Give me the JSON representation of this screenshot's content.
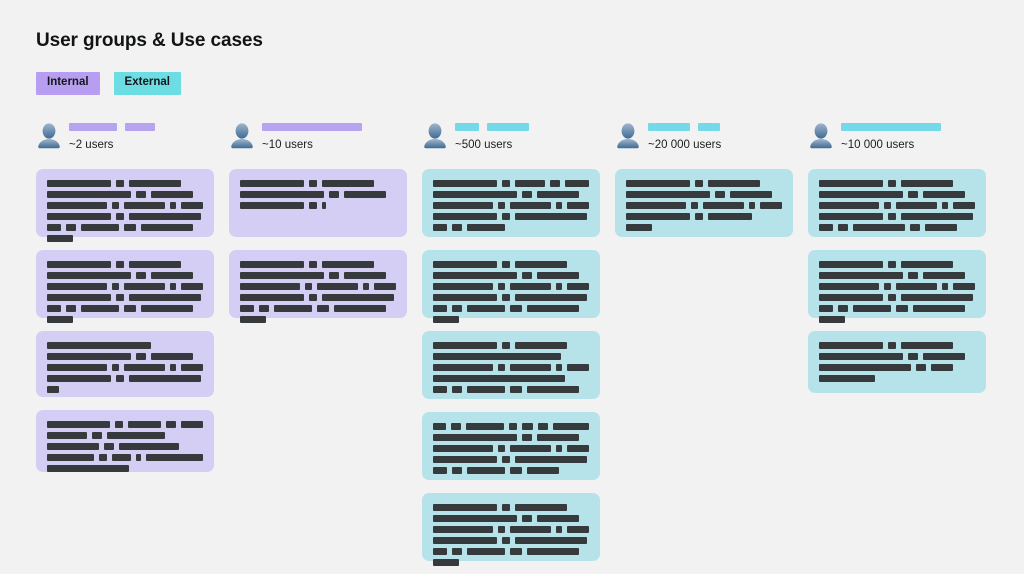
{
  "page": {
    "title": "User groups & Use cases",
    "background_color": "#f2f2f2"
  },
  "legend": {
    "items": [
      {
        "label": "Internal",
        "color": "#b79ef0"
      },
      {
        "label": "External",
        "color": "#6ddde4"
      }
    ]
  },
  "colors": {
    "internal_chip": "#b79ef0",
    "external_chip": "#6ddde4",
    "internal_card": "#d5cef4",
    "external_card": "#b6e3ea",
    "internal_bar": "#b6a4ee",
    "external_bar": "#76d9e8",
    "redaction": "#373a3d",
    "text": "#15171a"
  },
  "columns": [
    {
      "id": "column-1",
      "type": "internal",
      "icon": "person-icon",
      "user_count": "~2 users",
      "header_bars": [
        48,
        30
      ],
      "cards": [
        {
          "height": 68,
          "lines": [
            [
              64,
              8,
              52
            ],
            [
              84,
              10,
              42
            ],
            [
              64,
              8,
              44,
              6,
              24
            ],
            [
              64,
              8,
              72
            ],
            [
              14,
              10,
              38,
              12,
              52
            ],
            [
              26
            ]
          ]
        },
        {
          "height": 68,
          "lines": [
            [
              64,
              8,
              52
            ],
            [
              84,
              10,
              42
            ],
            [
              64,
              8,
              44,
              6,
              24
            ],
            [
              64,
              8,
              72
            ],
            [
              14,
              10,
              38,
              12,
              52
            ],
            [
              26
            ]
          ]
        },
        {
          "height": 66,
          "lines": [
            [
              104
            ],
            [
              84,
              10,
              42
            ],
            [
              64,
              8,
              44,
              6,
              24
            ],
            [
              64,
              8,
              72
            ],
            [
              12
            ]
          ]
        },
        {
          "height": 62,
          "lines": [
            [
              64,
              8,
              34,
              10,
              22
            ],
            [
              40,
              10,
              58
            ],
            [
              52,
              10,
              60
            ],
            [
              50,
              8,
              20,
              6,
              60
            ],
            [
              82
            ]
          ]
        }
      ]
    },
    {
      "id": "column-2",
      "type": "internal",
      "icon": "person-icon",
      "user_count": "~10 users",
      "header_bars": [
        100
      ],
      "cards": [
        {
          "height": 68,
          "lines": [
            [
              64,
              8,
              52
            ],
            [
              84,
              10,
              42
            ],
            [
              64,
              8,
              4
            ]
          ]
        },
        {
          "height": 68,
          "lines": [
            [
              64,
              8,
              52
            ],
            [
              84,
              10,
              42
            ],
            [
              64,
              8,
              44,
              6,
              24
            ],
            [
              64,
              8,
              72
            ],
            [
              14,
              10,
              38,
              12,
              52
            ],
            [
              26
            ]
          ]
        }
      ]
    },
    {
      "id": "column-3",
      "type": "external",
      "icon": "person-icon",
      "user_count": "~500 users",
      "header_bars": [
        24,
        42
      ],
      "cards": [
        {
          "height": 68,
          "lines": [
            [
              64,
              8,
              30,
              10,
              24
            ],
            [
              84,
              10,
              42
            ],
            [
              64,
              8,
              44,
              6,
              24
            ],
            [
              64,
              8,
              72
            ],
            [
              14,
              10,
              38
            ]
          ]
        },
        {
          "height": 68,
          "lines": [
            [
              64,
              8,
              52
            ],
            [
              84,
              10,
              42
            ],
            [
              64,
              8,
              44,
              6,
              24
            ],
            [
              64,
              8,
              72
            ],
            [
              14,
              10,
              38,
              12,
              52
            ],
            [
              26
            ]
          ]
        },
        {
          "height": 68,
          "lines": [
            [
              64,
              8,
              52
            ],
            [
              128
            ],
            [
              64,
              8,
              44,
              6,
              24
            ],
            [
              132
            ],
            [
              14,
              10,
              38,
              12,
              52
            ]
          ]
        },
        {
          "height": 68,
          "lines": [
            [
              14,
              10,
              40,
              8,
              12,
              10,
              38
            ],
            [
              84,
              10,
              42
            ],
            [
              64,
              8,
              44,
              6,
              24
            ],
            [
              64,
              8,
              72
            ],
            [
              14,
              10,
              38,
              12,
              32
            ]
          ]
        },
        {
          "height": 68,
          "lines": [
            [
              64,
              8,
              52
            ],
            [
              84,
              10,
              42
            ],
            [
              64,
              8,
              44,
              6,
              24
            ],
            [
              64,
              8,
              72
            ],
            [
              14,
              10,
              38,
              12,
              52
            ],
            [
              26
            ]
          ]
        }
      ]
    },
    {
      "id": "column-4",
      "type": "external",
      "icon": "person-icon",
      "user_count": "~20 000 users",
      "header_bars": [
        42,
        22
      ],
      "cards": [
        {
          "height": 68,
          "lines": [
            [
              64,
              8,
              52
            ],
            [
              84,
              10,
              42
            ],
            [
              64,
              8,
              44,
              6,
              24
            ],
            [
              64,
              8,
              44
            ],
            [
              26
            ]
          ]
        }
      ]
    },
    {
      "id": "column-5",
      "type": "external",
      "icon": "person-icon",
      "user_count": "~10 000 users",
      "header_bars": [
        100
      ],
      "cards": [
        {
          "height": 68,
          "lines": [
            [
              64,
              8,
              52
            ],
            [
              84,
              10,
              42
            ],
            [
              64,
              8,
              44,
              6,
              24
            ],
            [
              64,
              8,
              72
            ],
            [
              14,
              10,
              52,
              10,
              32
            ]
          ]
        },
        {
          "height": 68,
          "lines": [
            [
              64,
              8,
              52
            ],
            [
              84,
              10,
              42
            ],
            [
              64,
              8,
              44,
              6,
              24
            ],
            [
              64,
              8,
              72
            ],
            [
              14,
              10,
              38,
              12,
              52
            ],
            [
              26
            ]
          ]
        },
        {
          "height": 62,
          "lines": [
            [
              64,
              8,
              52
            ],
            [
              84,
              10,
              42
            ],
            [
              92,
              10,
              22
            ],
            [
              56
            ]
          ]
        }
      ]
    }
  ]
}
